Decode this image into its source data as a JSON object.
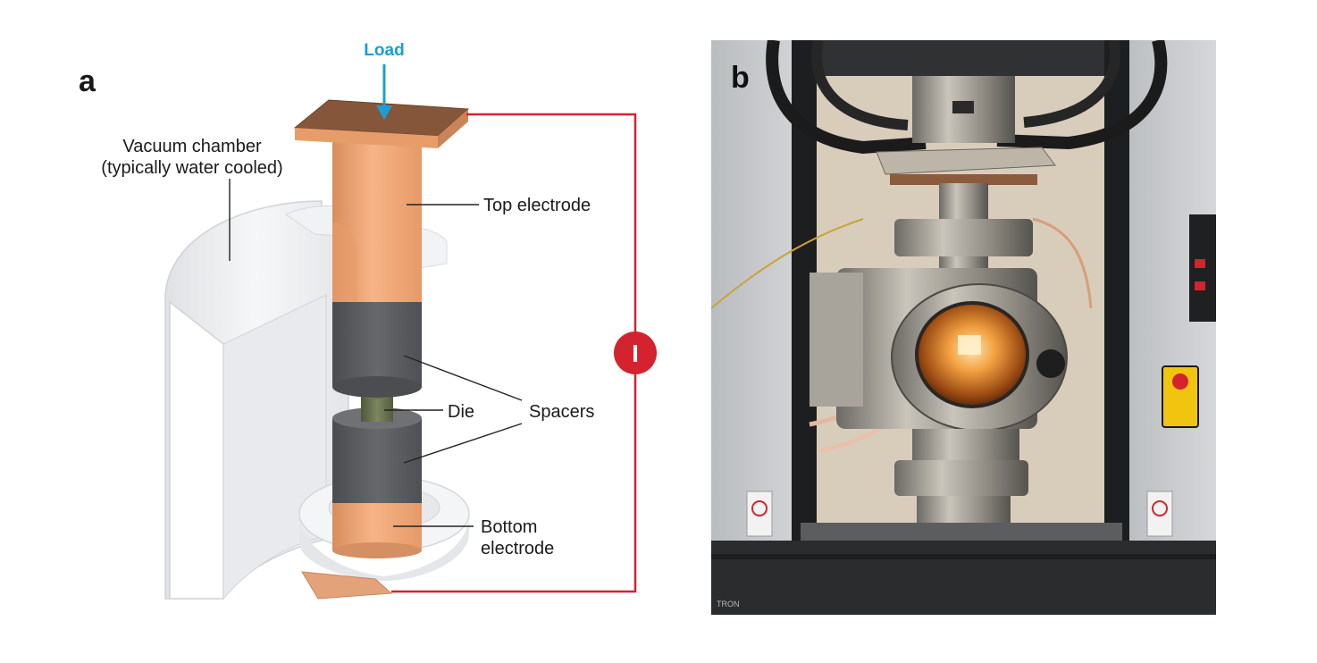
{
  "panel_a": {
    "letter": "a",
    "labels": {
      "load": "Load",
      "vacuum_chamber_line1": "Vacuum chamber",
      "vacuum_chamber_line2": "(typically water cooled)",
      "top_electrode": "Top electrode",
      "die": "Die",
      "spacers": "Spacers",
      "bottom_electrode_line1": "Bottom",
      "bottom_electrode_line2": "electrode",
      "current_symbol": "I"
    },
    "colors": {
      "copper": "#f0a877",
      "copper_dark": "#c9825a",
      "copper_top": "#8a5a3c",
      "graphite": "#5d5f62",
      "graphite_dark": "#46484b",
      "die": "#5f6a48",
      "chamber": "#eeeff1",
      "circuit": "#d3232e",
      "load_arrow": "#1a9ed6"
    }
  },
  "panel_b": {
    "letter": "b",
    "decal_text": "TRON"
  }
}
